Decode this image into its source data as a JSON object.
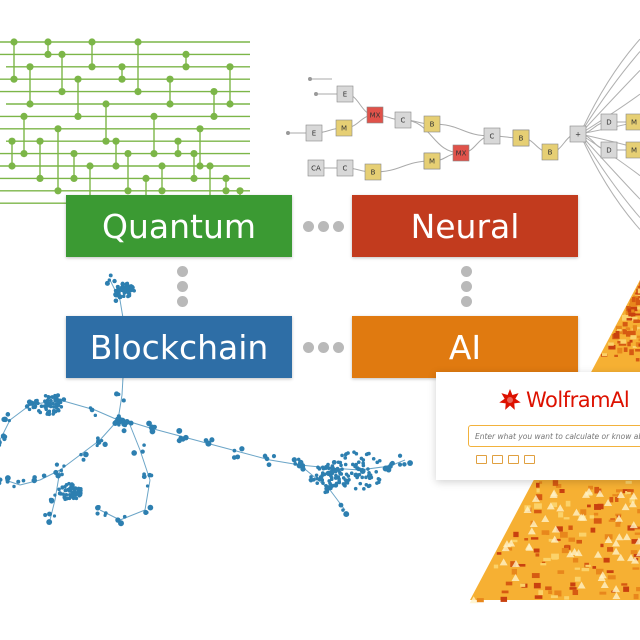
{
  "tiles": {
    "quantum": "Quantum",
    "neural": "Neural",
    "blockchain": "Blockchain",
    "ai": "AI"
  },
  "colors": {
    "quantum": "#3b9a33",
    "neural": "#c23b1e",
    "blockchain": "#2e6ea6",
    "ai": "#e07a10",
    "circuit": "#7cb648",
    "network": "#2d7fb0",
    "connector": "#b9b9b9",
    "wolfram_red": "#dd1100"
  },
  "wolfram": {
    "name": "WolframAl",
    "placeholder": "Enter what you want to calculate or know about"
  },
  "neural_graph": {
    "labels": [
      "E",
      "E",
      "CA",
      "M",
      "M",
      "MX",
      "C",
      "C",
      "B",
      "B",
      "B",
      "C",
      "M",
      "MX",
      "B",
      "B",
      "+",
      "D",
      "D",
      "M",
      "M"
    ]
  },
  "icons": [
    "wolfram-star-icon",
    "input-tool-icon"
  ]
}
